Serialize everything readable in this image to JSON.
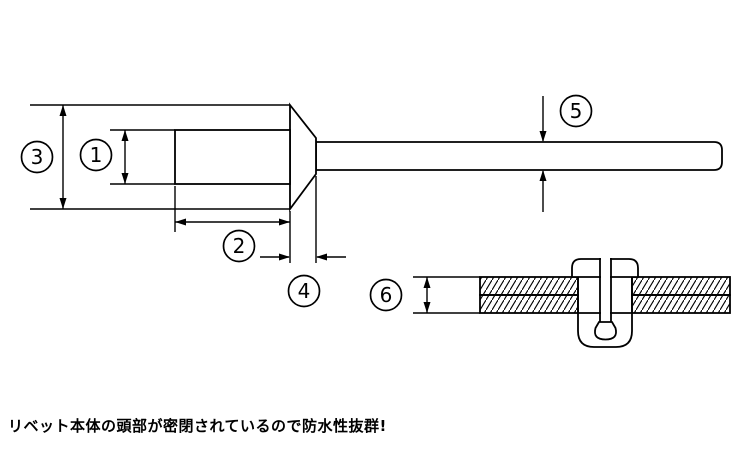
{
  "callouts": {
    "n1": "1",
    "n2": "2",
    "n3": "3",
    "n4": "4",
    "n5": "5",
    "n6": "6"
  },
  "caption": {
    "text": "リベット本体の頭部が密閉されているので防水性抜群!"
  },
  "colors": {
    "line": "#000000",
    "background": "#ffffff"
  }
}
